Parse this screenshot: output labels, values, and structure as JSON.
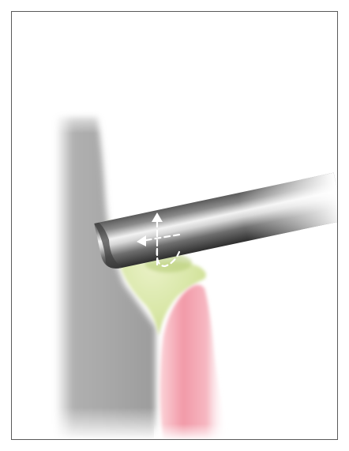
{
  "figure": {
    "frame_color": "#5a5a5a",
    "elements": [
      {
        "name": "tooth-surface",
        "color": "#9a9a9a"
      },
      {
        "name": "instrument-tip",
        "color": "#4a4a4a"
      },
      {
        "name": "sealant-material",
        "color": "#dde9b0"
      },
      {
        "name": "gingival-tissue",
        "color": "#f3a8b4"
      },
      {
        "name": "motion-arrows",
        "color": "#ffffff"
      }
    ]
  }
}
